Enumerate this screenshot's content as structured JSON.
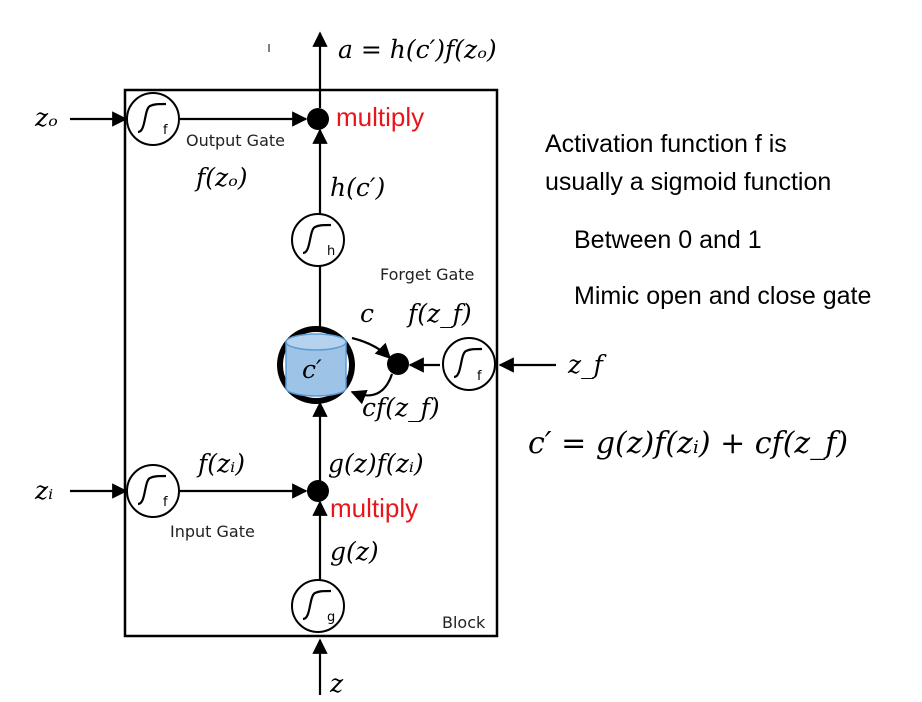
{
  "colors": {
    "multiply": "#e8161b",
    "cell_fill": "#9dc3e6",
    "cell_stroke": "#5b9bd5"
  },
  "output": {
    "formula": "a = h(c′)f(zₒ)"
  },
  "inputs": {
    "z_o": "zₒ",
    "z_i": "zᵢ",
    "z_f": "z_f",
    "z": "z"
  },
  "gates": {
    "output_gate": "Output Gate",
    "input_gate": "Input Gate",
    "forget_gate": "Forget Gate",
    "block": "Block"
  },
  "sigmoid_letters": {
    "output": "f",
    "h": "h",
    "forget": "f",
    "input": "f",
    "g": "g"
  },
  "labels": {
    "f_zo": "f(zₒ)",
    "h_c": "h(c′)",
    "c": "c",
    "f_zf": "f(z_f)",
    "cell": "c′",
    "cf_zf": "cf(z_f)",
    "f_zi": "f(zᵢ)",
    "gz_fzi": "g(z)f(zᵢ)",
    "g_z": "g(z)",
    "multiply_top": "multiply",
    "multiply_bottom": "multiply"
  },
  "notes": {
    "line1": "Activation function f is",
    "line2": "usually a sigmoid function",
    "line3": "Between 0 and 1",
    "line4": "Mimic open and close gate"
  },
  "equation": "c′ = g(z)f(zᵢ) + cf(z_f)"
}
